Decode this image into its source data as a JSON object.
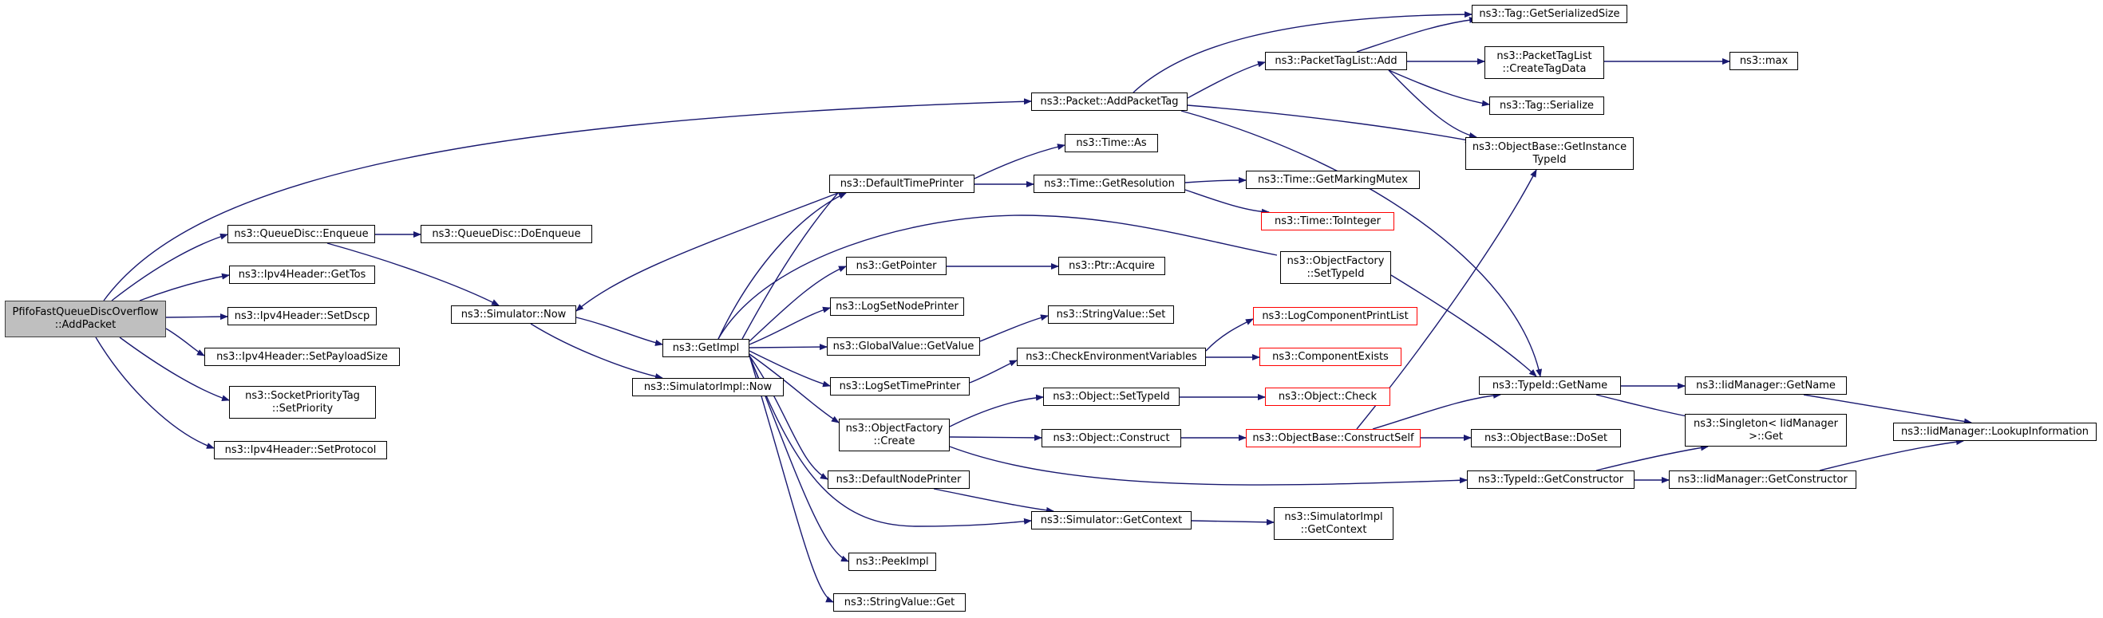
{
  "colors": {
    "edge": "#191970",
    "border": "#000000",
    "truncated_border": "#ff0000",
    "root_fill": "#bfbfbf"
  },
  "nodes": {
    "root": {
      "lines": [
        "PfifoFastQueueDiscOverflow",
        "::AddPacket"
      ]
    },
    "queuedisc_enqueue": {
      "lines": [
        "ns3::QueueDisc::Enqueue"
      ]
    },
    "ipv4_gettos": {
      "lines": [
        "ns3::Ipv4Header::GetTos"
      ]
    },
    "ipv4_setdscp": {
      "lines": [
        "ns3::Ipv4Header::SetDscp"
      ]
    },
    "ipv4_setpayloadsize": {
      "lines": [
        "ns3::Ipv4Header::SetPayloadSize"
      ]
    },
    "socketprioritytag_setpriority": {
      "lines": [
        "ns3::SocketPriorityTag",
        "::SetPriority"
      ]
    },
    "ipv4_setprotocol": {
      "lines": [
        "ns3::Ipv4Header::SetProtocol"
      ]
    },
    "queuedisc_doenqueue": {
      "lines": [
        "ns3::QueueDisc::DoEnqueue"
      ]
    },
    "simulator_now": {
      "lines": [
        "ns3::Simulator::Now"
      ]
    },
    "getimpl": {
      "lines": [
        "ns3::GetImpl"
      ]
    },
    "simulatorimpl_now": {
      "lines": [
        "ns3::SimulatorImpl::Now"
      ]
    },
    "packet_addpackettag": {
      "lines": [
        "ns3::Packet::AddPacketTag"
      ]
    },
    "defaulttimeprinter": {
      "lines": [
        "ns3::DefaultTimePrinter"
      ]
    },
    "getpointer": {
      "lines": [
        "ns3::GetPointer"
      ]
    },
    "logsetnodeprinter": {
      "lines": [
        "ns3::LogSetNodePrinter"
      ]
    },
    "globalvalue_getvalue": {
      "lines": [
        "ns3::GlobalValue::GetValue"
      ]
    },
    "logsettimeprinter": {
      "lines": [
        "ns3::LogSetTimePrinter"
      ]
    },
    "objectfactory_create": {
      "lines": [
        "ns3::ObjectFactory",
        "::Create"
      ]
    },
    "defaultnodeprinter": {
      "lines": [
        "ns3::DefaultNodePrinter"
      ]
    },
    "peekimpl": {
      "lines": [
        "ns3::PeekImpl"
      ]
    },
    "stringvalue_get": {
      "lines": [
        "ns3::StringValue::Get"
      ]
    },
    "time_as": {
      "lines": [
        "ns3::Time::As"
      ]
    },
    "time_getresolution": {
      "lines": [
        "ns3::Time::GetResolution"
      ]
    },
    "ptr_acquire": {
      "lines": [
        "ns3::Ptr::Acquire"
      ]
    },
    "stringvalue_set": {
      "lines": [
        "ns3::StringValue::Set"
      ]
    },
    "checkenvironmentvariables": {
      "lines": [
        "ns3::CheckEnvironmentVariables"
      ]
    },
    "object_settypeid": {
      "lines": [
        "ns3::Object::SetTypeId"
      ]
    },
    "object_construct": {
      "lines": [
        "ns3::Object::Construct"
      ]
    },
    "simulator_getcontext": {
      "lines": [
        "ns3::Simulator::GetContext"
      ]
    },
    "packettaglist_add": {
      "lines": [
        "ns3::PacketTagList::Add"
      ]
    },
    "time_getmarkingmutex": {
      "lines": [
        "ns3::Time::GetMarkingMutex"
      ]
    },
    "time_tointeger": {
      "lines": [
        "ns3::Time::ToInteger"
      ]
    },
    "objectfactory_settypeid": {
      "lines": [
        "ns3::ObjectFactory",
        "::SetTypeId"
      ]
    },
    "logcomponentprintlist": {
      "lines": [
        "ns3::LogComponentPrintList"
      ]
    },
    "componentexists": {
      "lines": [
        "ns3::ComponentExists"
      ]
    },
    "object_check": {
      "lines": [
        "ns3::Object::Check"
      ]
    },
    "objectbase_constructself": {
      "lines": [
        "ns3::ObjectBase::ConstructSelf"
      ]
    },
    "simulatorimpl_getcontext": {
      "lines": [
        "ns3::SimulatorImpl",
        "::GetContext"
      ]
    },
    "tag_getserializedsize": {
      "lines": [
        "ns3::Tag::GetSerializedSize"
      ]
    },
    "packettaglist_createtagdata": {
      "lines": [
        "ns3::PacketTagList",
        "::CreateTagData"
      ]
    },
    "tag_serialize": {
      "lines": [
        "ns3::Tag::Serialize"
      ]
    },
    "objectbase_getinstancetypeid": {
      "lines": [
        "ns3::ObjectBase::GetInstance",
        "TypeId"
      ]
    },
    "typeid_getname": {
      "lines": [
        "ns3::TypeId::GetName"
      ]
    },
    "objectbase_doset": {
      "lines": [
        "ns3::ObjectBase::DoSet"
      ]
    },
    "typeid_getconstructor": {
      "lines": [
        "ns3::TypeId::GetConstructor"
      ]
    },
    "max": {
      "lines": [
        "ns3::max"
      ]
    },
    "iidmanager_getname": {
      "lines": [
        "ns3::IidManager::GetName"
      ]
    },
    "singleton_get": {
      "lines": [
        "ns3::Singleton< IidManager",
        " >::Get"
      ]
    },
    "iidmanager_getconstructor": {
      "lines": [
        "ns3::IidManager::GetConstructor"
      ]
    },
    "iidmanager_lookupinformation": {
      "lines": [
        "ns3::IidManager::LookupInformation"
      ]
    }
  }
}
